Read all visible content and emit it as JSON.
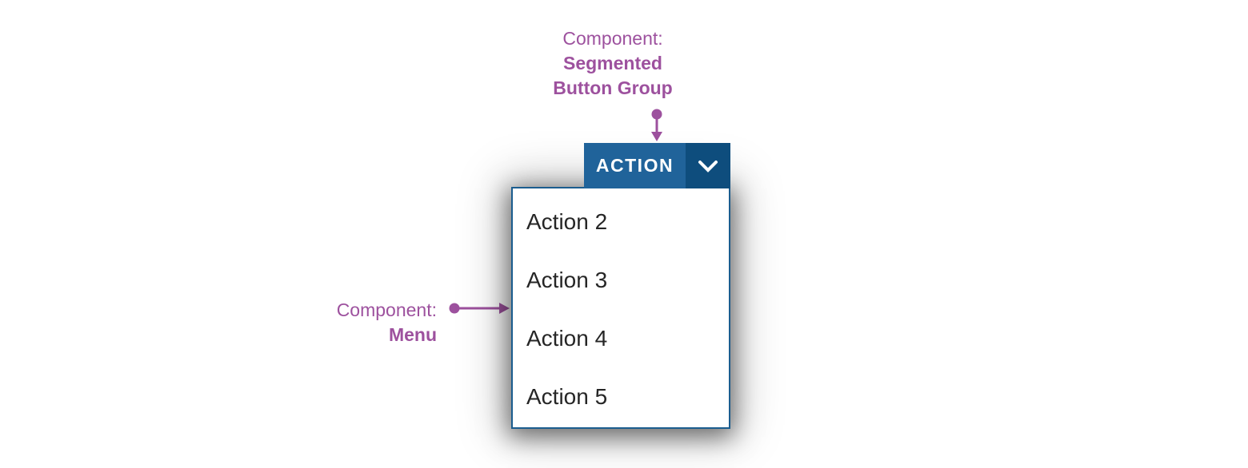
{
  "annotations": {
    "segmented_button_group": {
      "prefix": "Component:",
      "name_line1": "Segmented",
      "name_line2": "Button Group"
    },
    "menu": {
      "prefix": "Component:",
      "name": "Menu"
    }
  },
  "button_group": {
    "action_label": "ACTION",
    "dropdown_icon": "chevron-down-icon"
  },
  "menu": {
    "items": [
      {
        "label": "Action 2"
      },
      {
        "label": "Action 3"
      },
      {
        "label": "Action 4"
      },
      {
        "label": "Action 5"
      }
    ]
  },
  "colors": {
    "purple": "#9d519e",
    "button_main": "#20639a",
    "button_dark": "#0e4d7d",
    "menu_border": "#1b5d8f",
    "menu_text": "#262626"
  }
}
